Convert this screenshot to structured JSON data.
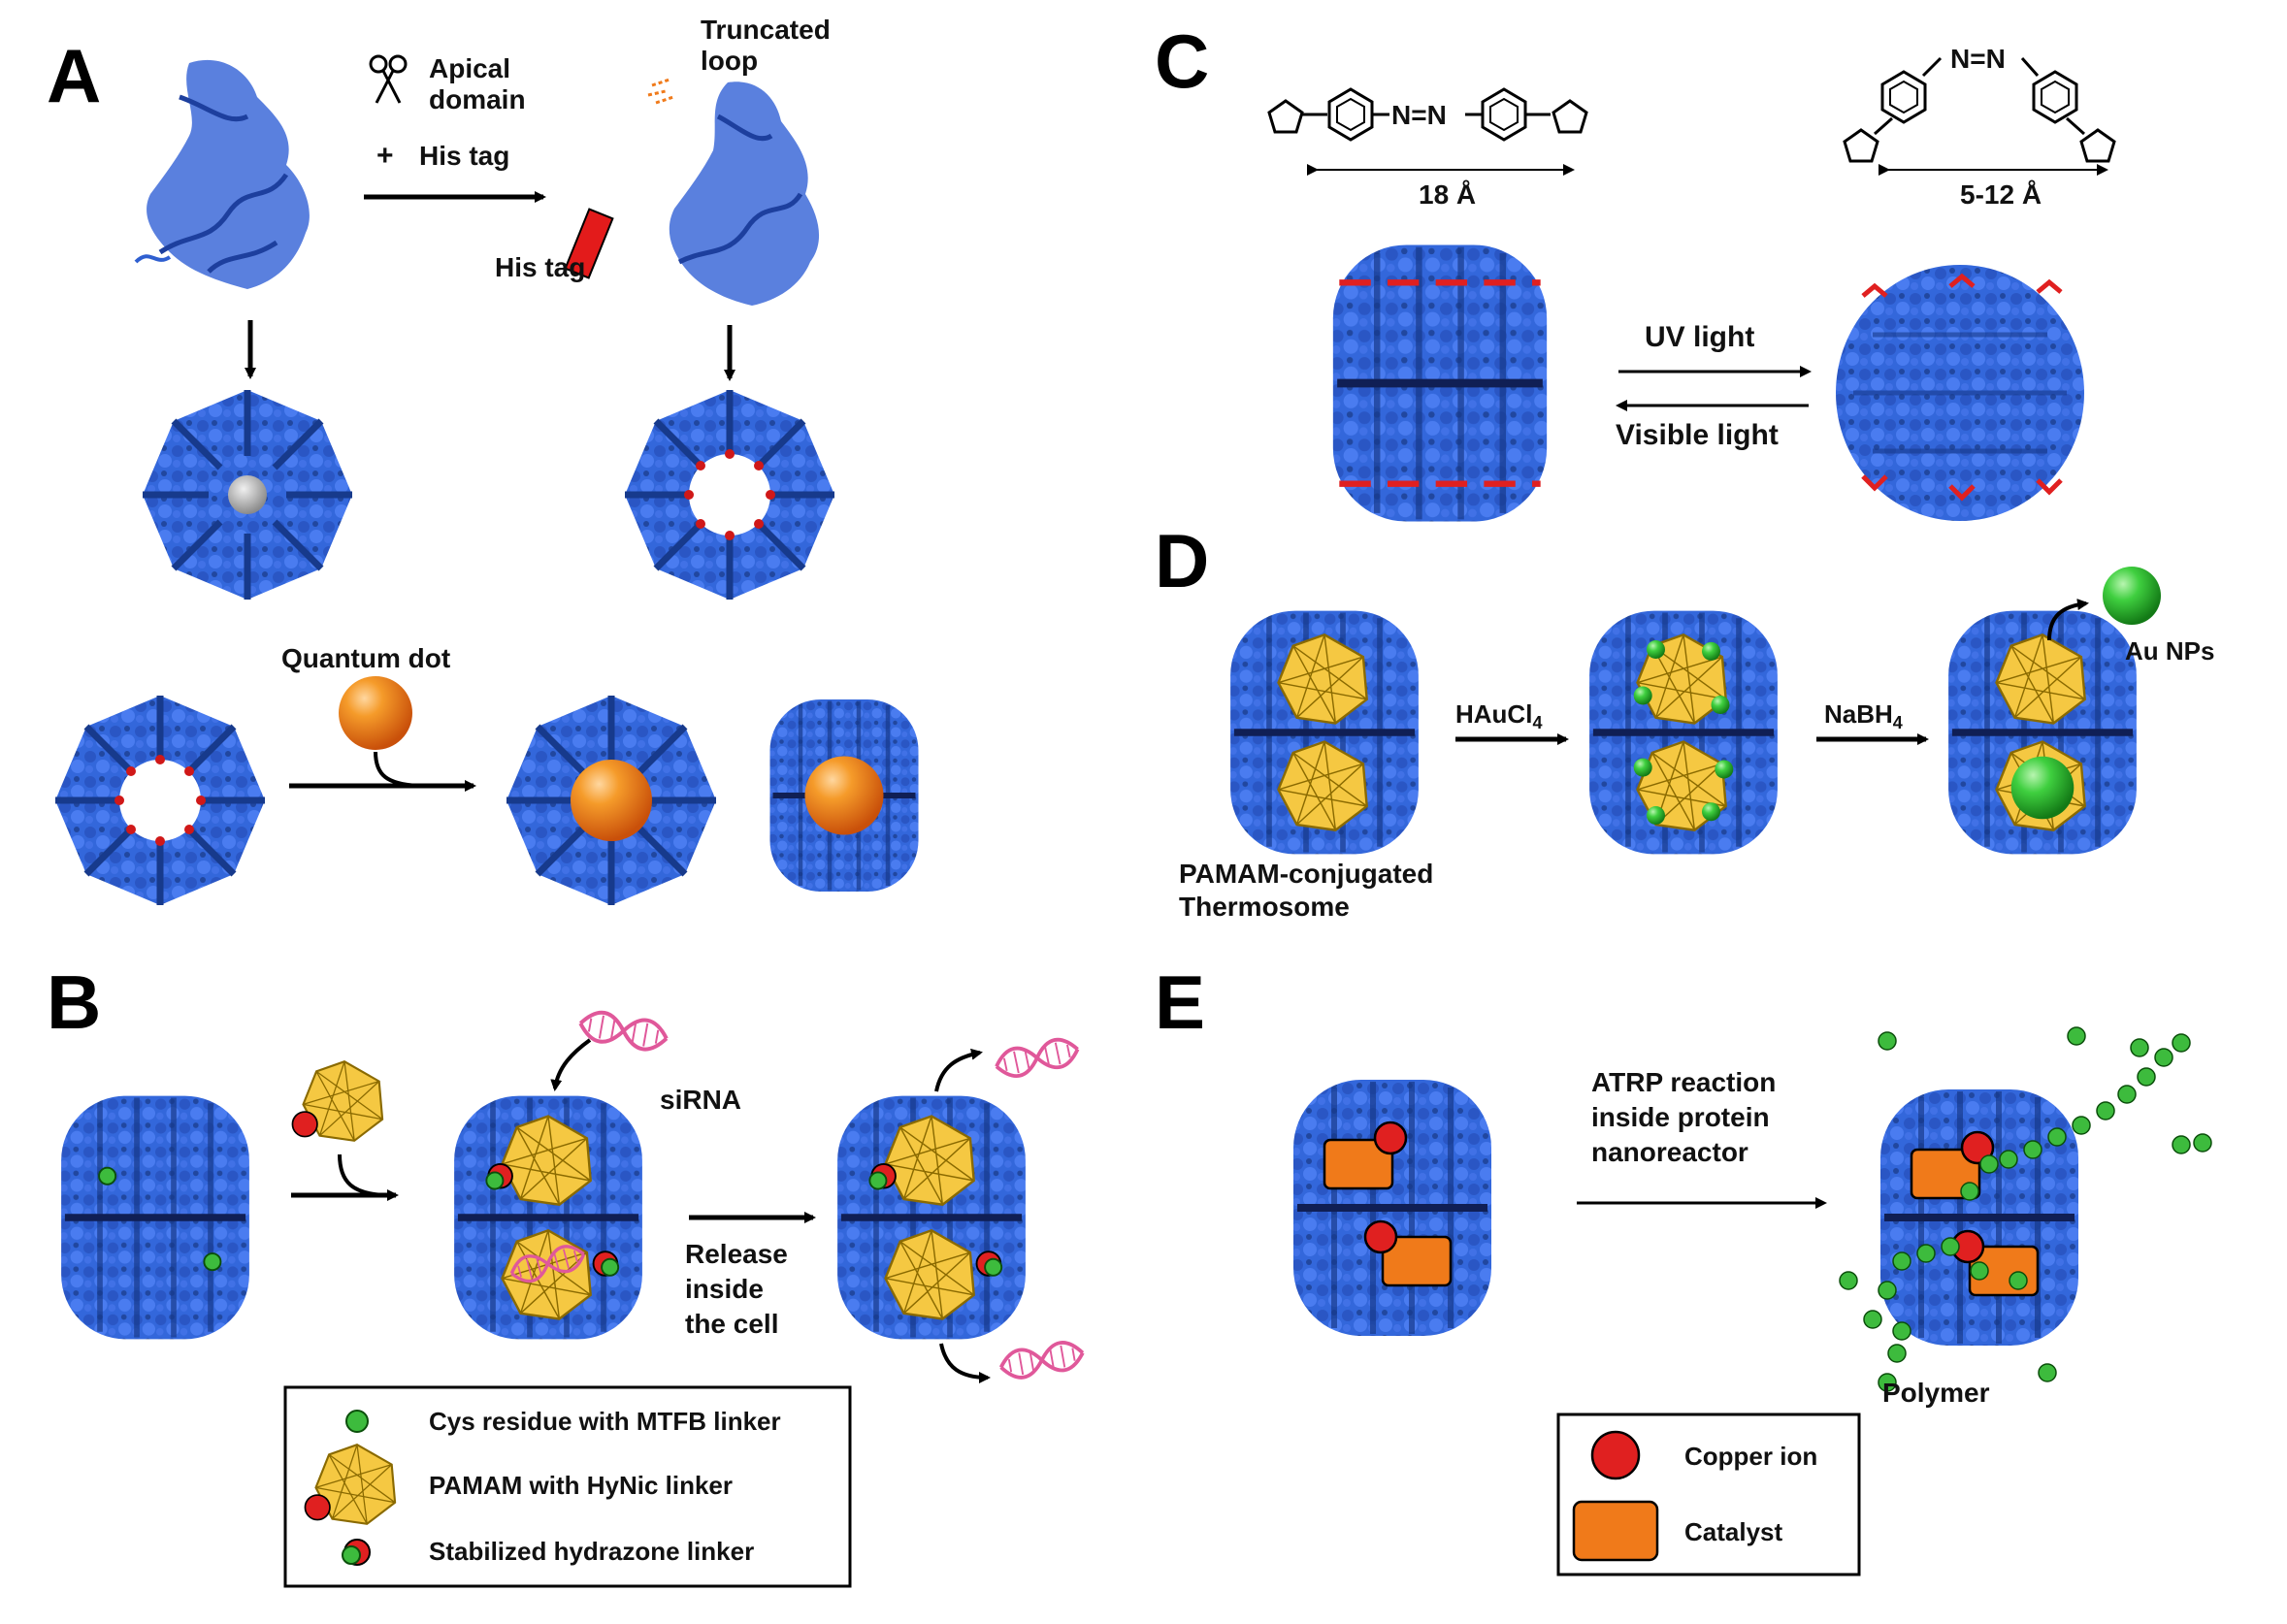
{
  "panels": {
    "a": {
      "letter": "A",
      "apical_domain": "Apical\ndomain",
      "plus_his_tag": "His tag",
      "plus_sign": "+",
      "truncated_loop": "Truncated\nloop",
      "his_tag_label": "His tag",
      "quantum_dot": "Quantum dot"
    },
    "b": {
      "letter": "B",
      "sirna": "siRNA",
      "release": "Release\ninside\nthe cell",
      "legend": [
        "Cys residue with MTFB linker",
        "PAMAM with HyNic linker",
        "Stabilized hydrazone linker"
      ]
    },
    "c": {
      "letter": "C",
      "trans_length": "18 Å",
      "cis_length": "5-12 Å",
      "azo": "N=N",
      "uv_light": "UV light",
      "visible_light": "Visible light"
    },
    "d": {
      "letter": "D",
      "haucl4": "HAuCl",
      "haucl4_sub": "4",
      "nabh4": "NaBH",
      "nabh4_sub": "4",
      "au_nps": "Au NPs",
      "pamam_thermosome": "PAMAM-conjugated\nThermosome"
    },
    "e": {
      "letter": "E",
      "atrp": "ATRP reaction\ninside protein\nnanoreactor",
      "polymer": "Polymer",
      "legend": [
        "Copper ion",
        "Catalyst"
      ]
    }
  },
  "colors": {
    "protein": "#2f5fd0",
    "protein_dark": "#1c3c96",
    "pamam": "#f5c842",
    "green": "#3dbb3d",
    "red": "#e02020",
    "orange": "#f07a1a",
    "pink": "#e0589a"
  }
}
